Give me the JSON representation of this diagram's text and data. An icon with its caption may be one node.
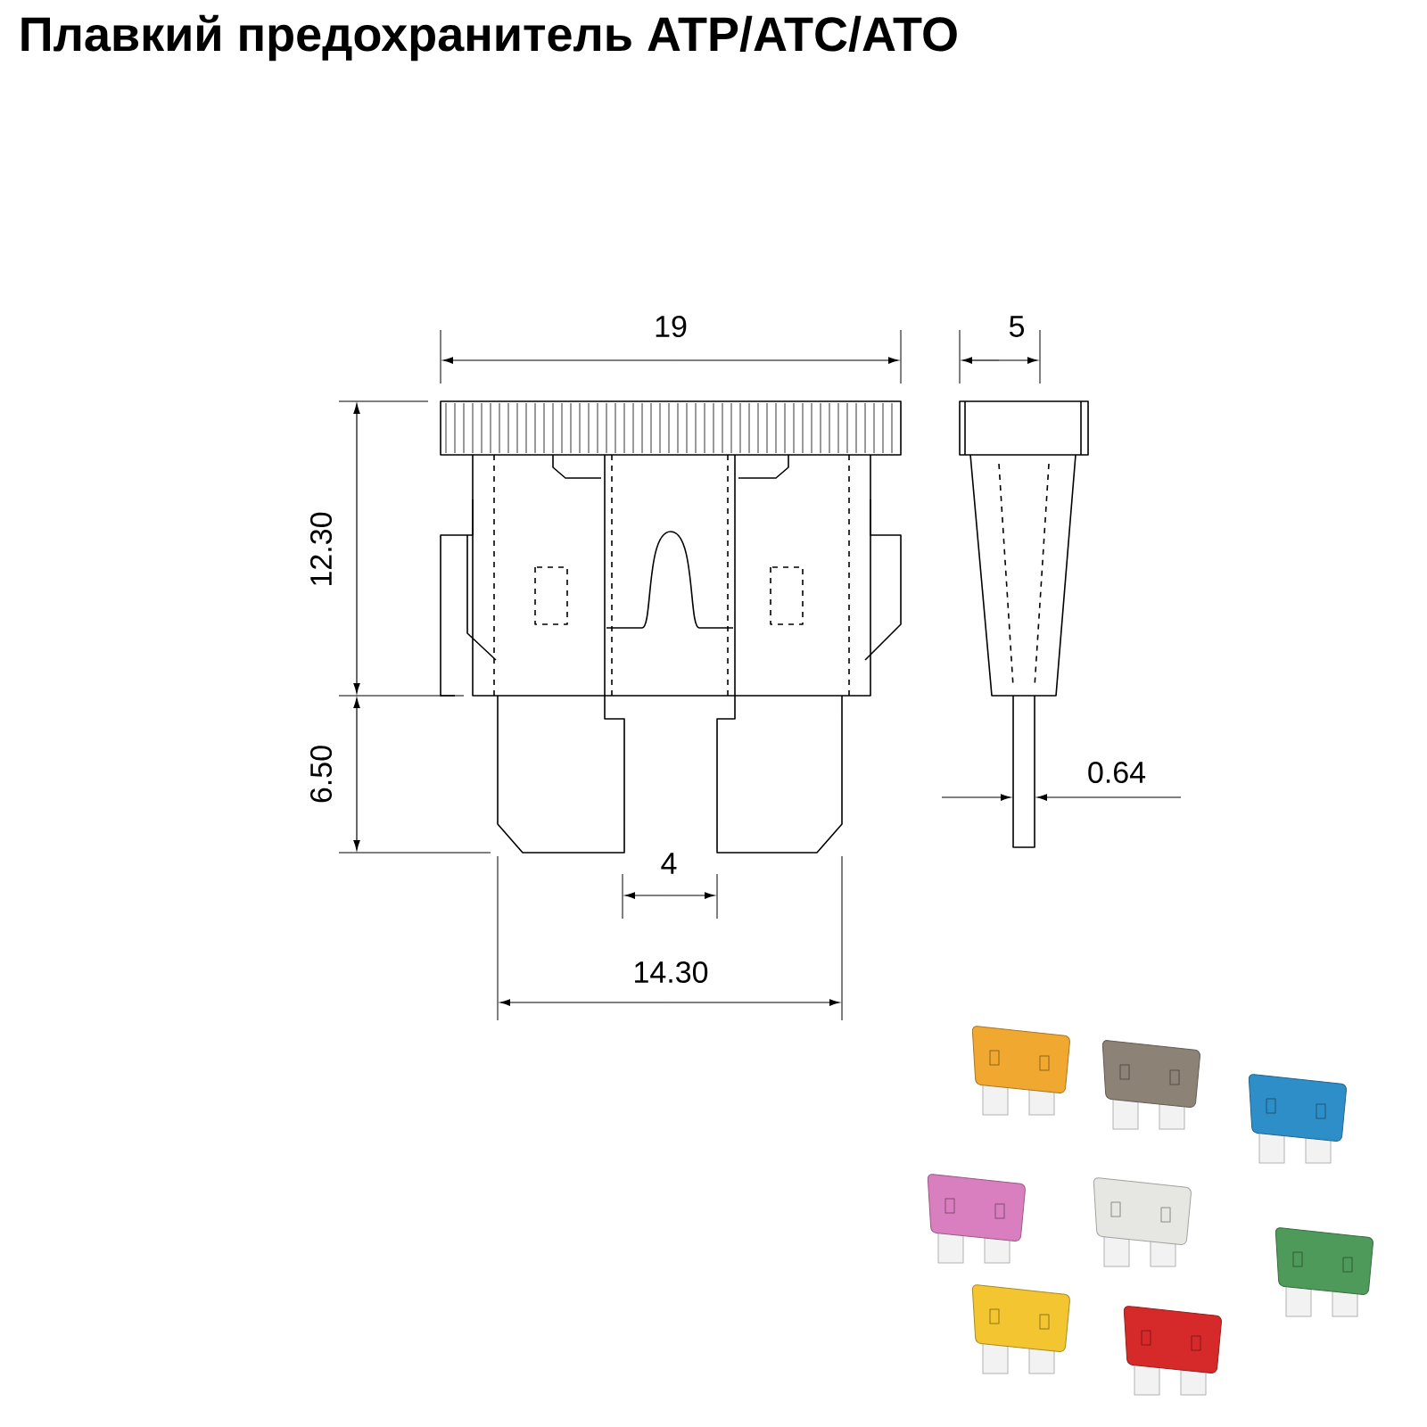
{
  "diagram": {
    "title": "Плавкий предохранитель ATP/ATC/ATO",
    "labels": [
      "19",
      "5",
      "12.30",
      "6.50",
      "0.64",
      "4",
      "14.30"
    ]
  }
}
